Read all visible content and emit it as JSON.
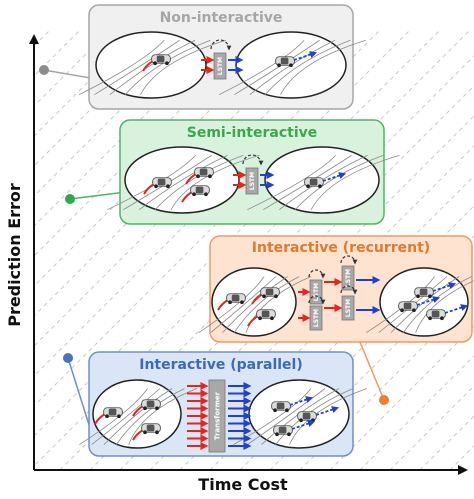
{
  "axes": {
    "x_label": "Time Cost",
    "y_label": "Prediction Error"
  },
  "panels": [
    {
      "id": "non",
      "title": "Non-interactive",
      "fill": "#f0f0f0",
      "stroke": "#a6a6a6",
      "title_color": "#a6a6a6",
      "dot": "#8c8c8c",
      "modules": [
        "LSTM"
      ]
    },
    {
      "id": "semi",
      "title": "Semi-interactive",
      "fill": "#d9f2de",
      "stroke": "#4db85c",
      "title_color": "#3aa84a",
      "dot": "#2eaa4a",
      "modules": [
        "LSTM"
      ]
    },
    {
      "id": "rec",
      "title": "Interactive (recurrent)",
      "fill": "#fde3d0",
      "stroke": "#ef9b62",
      "title_color": "#e27a2e",
      "dot": "#ee7e33",
      "modules": [
        "LSTM",
        "LSTM",
        "LSTM",
        "LSTM"
      ]
    },
    {
      "id": "par",
      "title": "Interactive (parallel)",
      "fill": "#dae5f5",
      "stroke": "#6f8fcc",
      "title_color": "#3b6ab8",
      "dot": "#4a72c4",
      "modules": [
        "Transformer"
      ]
    }
  ],
  "colors": {
    "history_arrow": "#e8231d",
    "future_arrow": "#1f3fd6",
    "module": "#a8a8a8",
    "diagonal": "#c8c8c8"
  }
}
